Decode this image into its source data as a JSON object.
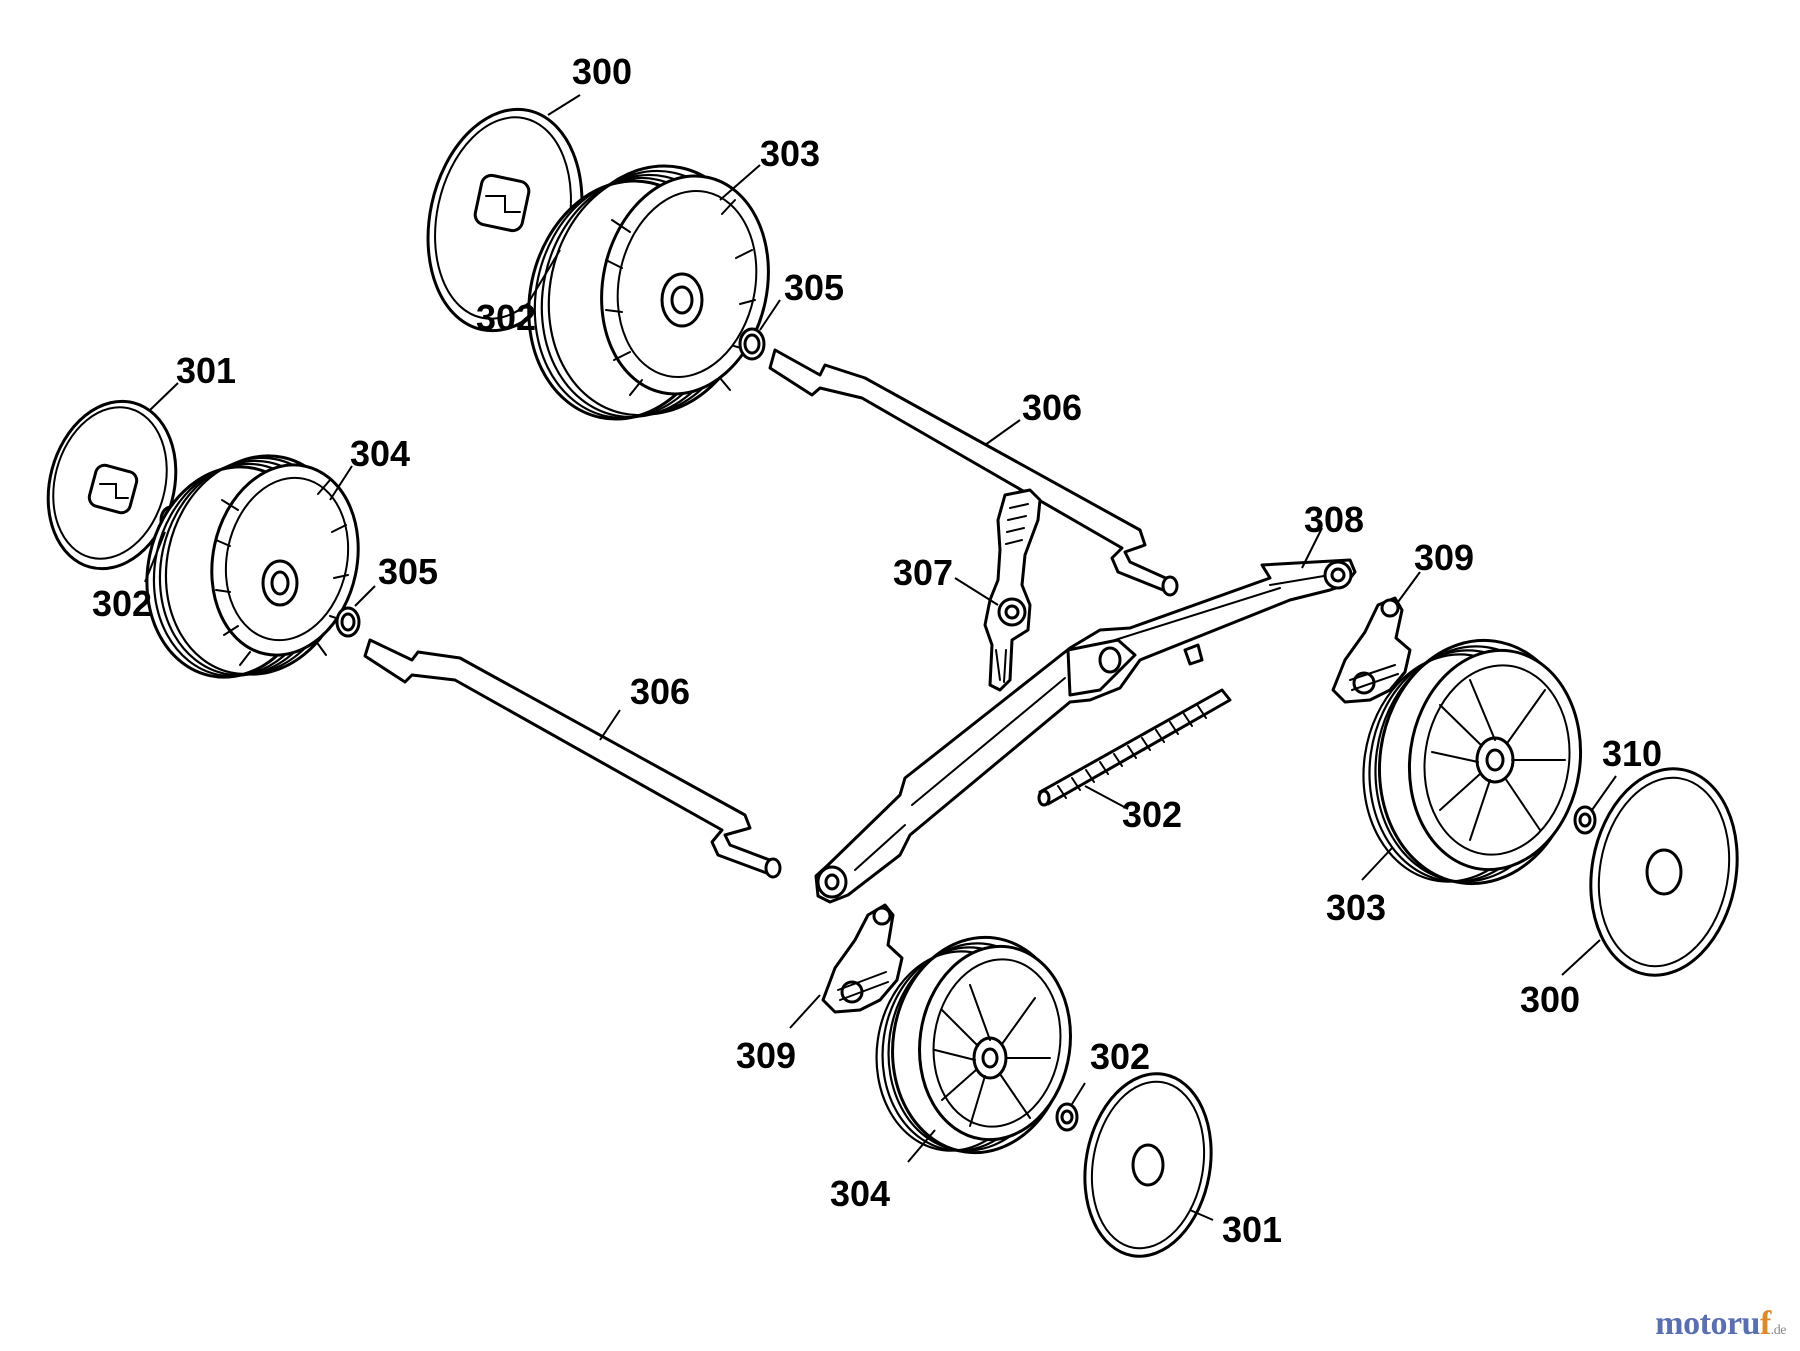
{
  "callouts": [
    {
      "id": "c-300-a",
      "label": "300"
    },
    {
      "id": "c-303-a",
      "label": "303"
    },
    {
      "id": "c-302-a",
      "label": "302"
    },
    {
      "id": "c-305-a",
      "label": "305"
    },
    {
      "id": "c-301-a",
      "label": "301"
    },
    {
      "id": "c-304-a",
      "label": "304"
    },
    {
      "id": "c-302-b",
      "label": "302"
    },
    {
      "id": "c-305-b",
      "label": "305"
    },
    {
      "id": "c-306-a",
      "label": "306"
    },
    {
      "id": "c-306-b",
      "label": "306"
    },
    {
      "id": "c-307",
      "label": "307"
    },
    {
      "id": "c-308",
      "label": "308"
    },
    {
      "id": "c-309-a",
      "label": "309"
    },
    {
      "id": "c-302-c",
      "label": "302"
    },
    {
      "id": "c-310",
      "label": "310"
    },
    {
      "id": "c-303-b",
      "label": "303"
    },
    {
      "id": "c-300-b",
      "label": "300"
    },
    {
      "id": "c-309-b",
      "label": "309"
    },
    {
      "id": "c-302-d",
      "label": "302"
    },
    {
      "id": "c-304-b",
      "label": "304"
    },
    {
      "id": "c-301-b",
      "label": "301"
    }
  ],
  "watermark": {
    "main": "motoru",
    "accent": "f",
    "tld": ".de"
  },
  "colors": {
    "line": "#000000",
    "background": "#ffffff",
    "watermark_main": "#5a6fb0",
    "watermark_accent": "#d98b2b"
  }
}
